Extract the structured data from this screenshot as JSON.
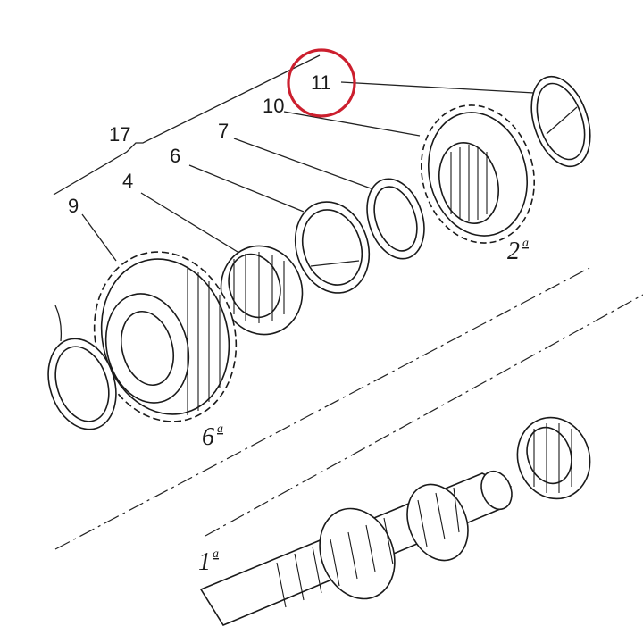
{
  "callouts": {
    "c11": "11",
    "c10": "10",
    "c17": "17",
    "c7": "7",
    "c6": "6",
    "c4": "4",
    "c9": "9"
  },
  "gear_labels": {
    "second": {
      "main": "2",
      "sup": "a"
    },
    "sixth": {
      "main": "6",
      "sup": "a"
    },
    "first": {
      "main": "1",
      "sup": "a"
    }
  },
  "colors": {
    "highlight_ring": "#cc1f2e",
    "line": "#1a1a1a",
    "background": "#ffffff"
  }
}
